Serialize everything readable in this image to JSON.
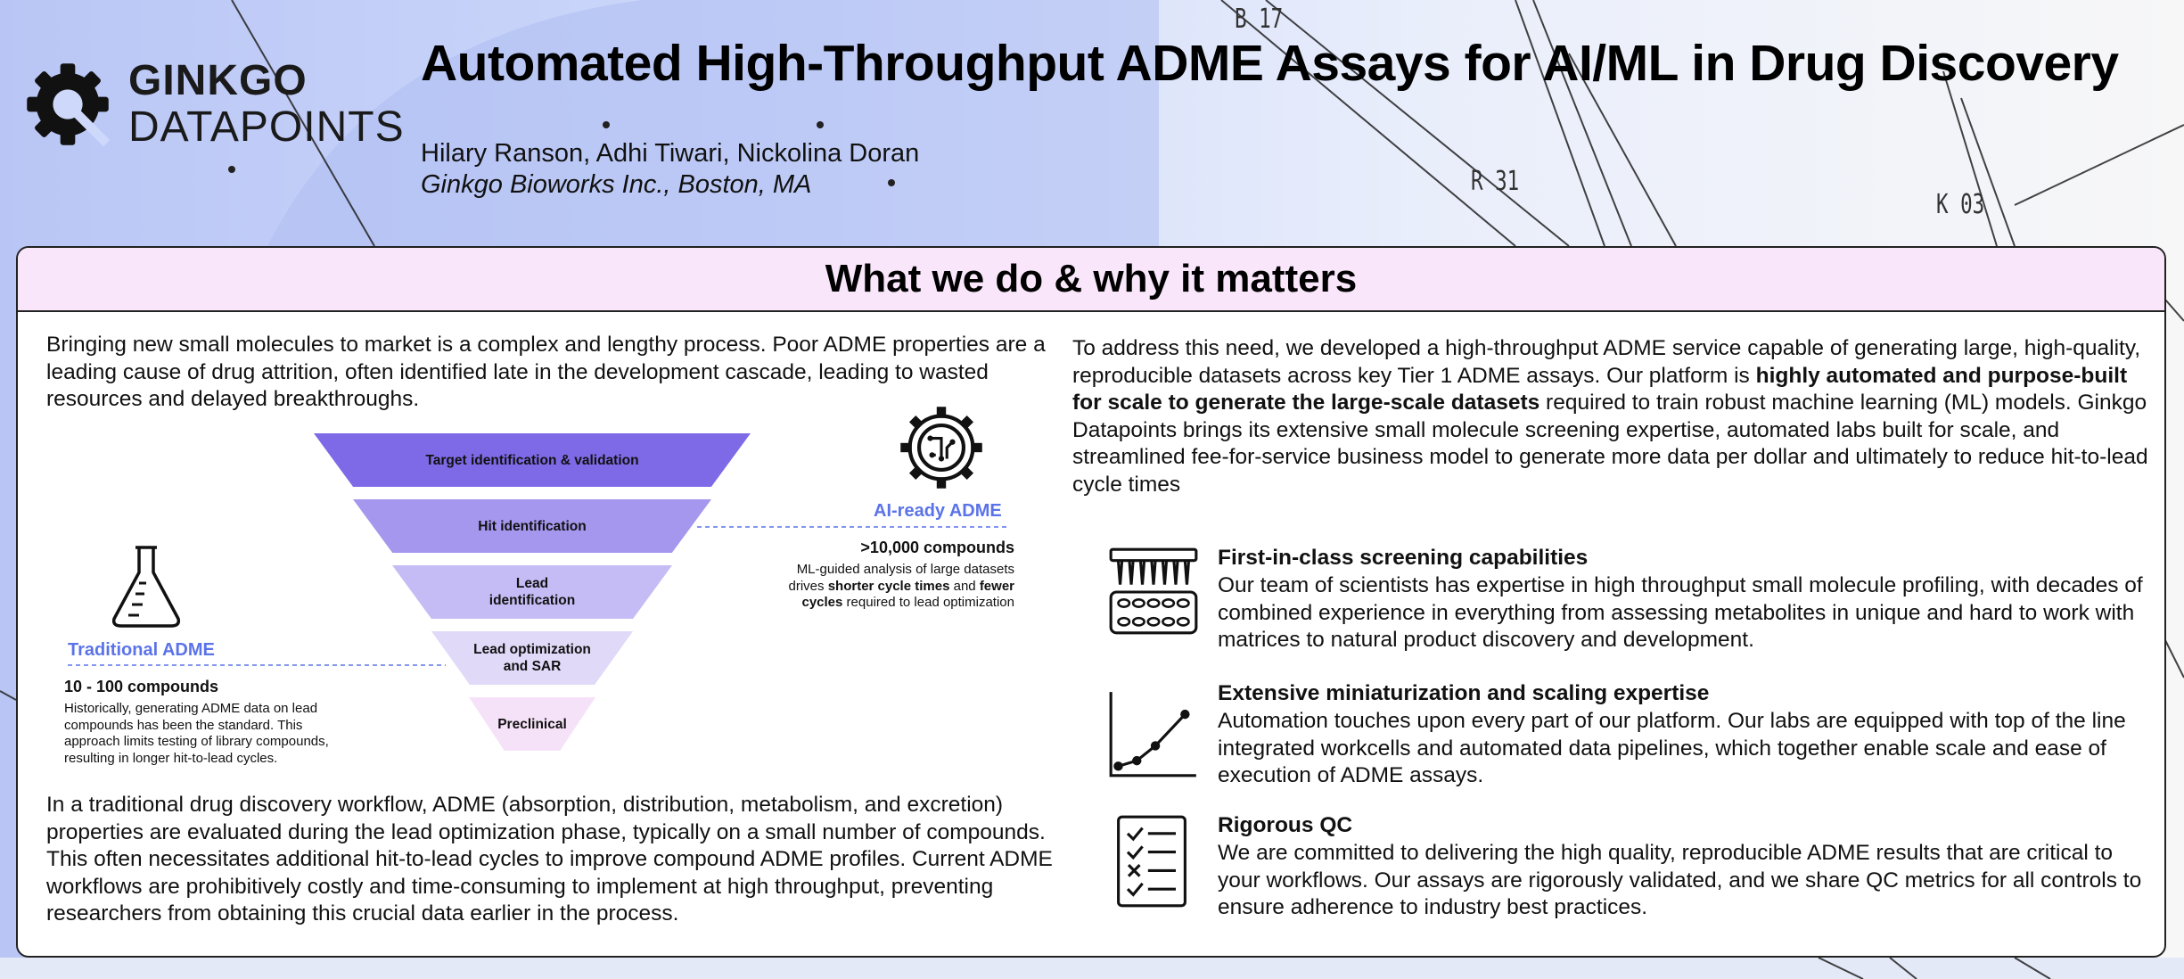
{
  "header": {
    "logo_line1": "GINKGO",
    "logo_line2": "DATAPOINTS",
    "title": "Automated High-Throughput ADME Assays for AI/ML in Drug Discovery",
    "authors": "Hilary Ranson, Adhi Tiwari, Nickolina Doran",
    "affiliation": "Ginkgo Bioworks Inc., Boston, MA"
  },
  "background_labels": [
    "B 17",
    "R 31",
    "K 03"
  ],
  "section": {
    "title": "What we do & why it matters",
    "intro": "Bringing new small molecules to market is a complex and lengthy process. Poor ADME properties are a leading cause of drug attrition, often identified late in the development cascade, leading to wasted resources and delayed breakthroughs.",
    "traditional": "In a traditional drug discovery workflow, ADME (absorption, distribution, metabolism, and excretion) properties are evaluated during the lead optimization phase, typically on a small number of compounds. This often necessitates additional hit-to-lead cycles to improve compound ADME profiles. Current ADME workflows are prohibitively costly and time-consuming to implement at high throughput, preventing researchers from obtaining this crucial data earlier in the process.",
    "solution_part1": "To address this need, we developed a high-throughput ADME service capable of generating large, high-quality, reproducible datasets across key Tier 1 ADME assays. Our platform is ",
    "solution_bold": "highly automated and purpose-built for scale to generate the large-scale datasets",
    "solution_part2": " required to train robust machine learning (ML) models. Ginkgo Datapoints brings its extensive small molecule screening expertise, automated labs built for scale, and streamlined fee-for-service business model to generate more data per dollar and ultimately to reduce hit-to-lead cycle times"
  },
  "funnel": {
    "stages": [
      "Target identification & validation",
      "Hit identification",
      "Lead identification",
      "Lead optimization and SAR",
      "Preclinical"
    ],
    "ai": {
      "label": "AI-ready ADME",
      "count": ">10,000 compounds",
      "desc_a": "ML-guided analysis of large datasets drives ",
      "desc_b": "shorter cycle times",
      "desc_c": " and ",
      "desc_d": "fewer cycles",
      "desc_e": " required to lead optimization"
    },
    "traditional": {
      "label": "Traditional ADME",
      "count": "10 - 100 compounds",
      "desc": "Historically, generating ADME data on lead compounds has been the standard. This approach limits testing of library compounds, resulting in longer hit-to-lead cycles."
    }
  },
  "features": [
    {
      "title": "First-in-class screening capabilities",
      "body": "Our team of scientists has expertise in high throughput small molecule profiling, with decades of combined experience in everything from assessing metabolites in unique and hard to work with matrices to natural product discovery and development.",
      "icon": "pipette-plate-icon"
    },
    {
      "title": "Extensive miniaturization and scaling expertise",
      "body": "Automation touches upon every part of our platform. Our labs are equipped with top of the line integrated workcells and automated data pipelines, which together enable scale and ease of execution of ADME assays.",
      "icon": "growth-chart-icon"
    },
    {
      "title": "Rigorous QC",
      "body": "We are committed to delivering the high quality, reproducible ADME results that are critical to your workflows. Our assays are rigorously validated, and we share QC metrics for all controls to ensure adherence to industry best practices.",
      "icon": "checklist-icon"
    }
  ],
  "colors": {
    "accent_blue": "#5b73e8",
    "panel_header": "#f9e6fa",
    "funnel": [
      "#7e6ae6",
      "#a597ee",
      "#c6bcf5",
      "#e1d9f8",
      "#f6e2f8"
    ]
  }
}
